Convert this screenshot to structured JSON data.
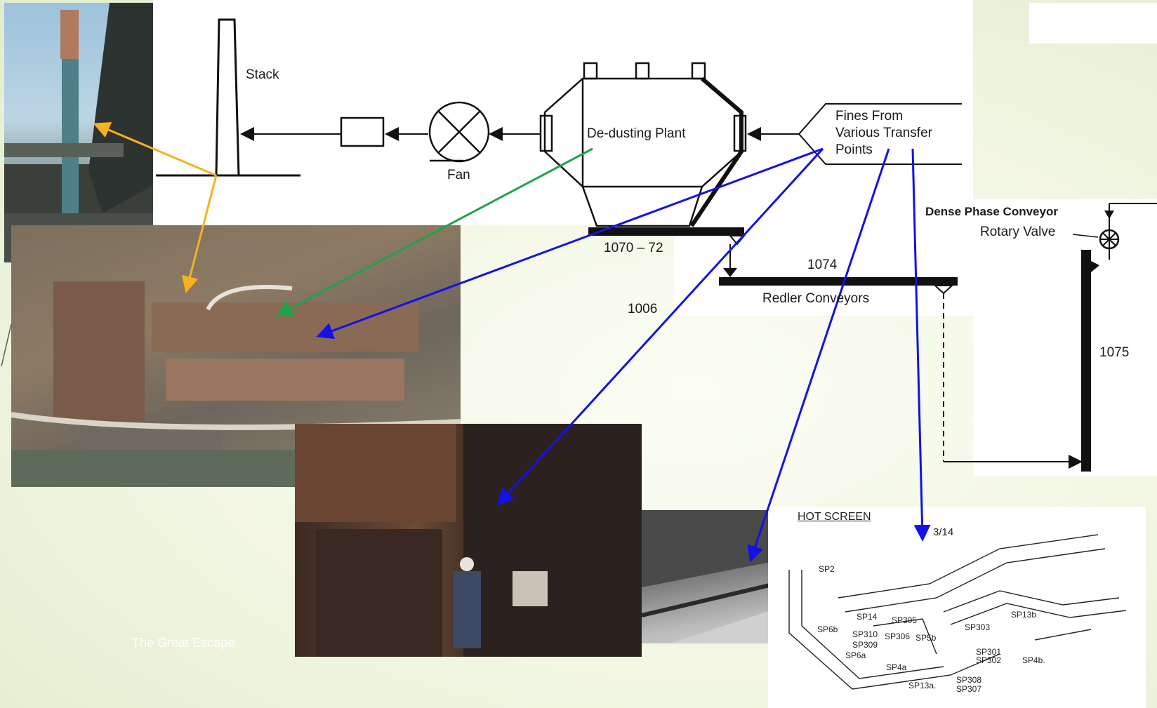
{
  "schematic": {
    "stack": "Stack",
    "fan": "Fan",
    "dedusting_plant": "De-dusting Plant",
    "fines_from": "Fines From\nVarious Transfer\nPoints",
    "hopper_id": "1070 – 72",
    "conveyor_id_1074": "1074",
    "redler_conveyors": "Redler Conveyors",
    "id_1006": "1006",
    "dense_phase_conveyor": "Dense Phase Conveyor",
    "rotary_valve": "Rotary Valve",
    "id_1075": "1075"
  },
  "sketch": {
    "title": "HOT SCREEN",
    "page": "3/14",
    "labels": [
      "SP2",
      "SP14",
      "SP305",
      "SP5b",
      "SP310",
      "SP309",
      "SP6a",
      "SP6b",
      "SP306",
      "SP303",
      "SP13b",
      "SP301",
      "SP302",
      "SP4b.",
      "SP4a",
      "SP13a.",
      "SP308",
      "SP307"
    ]
  },
  "caption": "The Great  Escape",
  "colors": {
    "orange_arrow": "#f5b21e",
    "green_arrow": "#1fa34a",
    "blue_arrow": "#1212e8"
  }
}
